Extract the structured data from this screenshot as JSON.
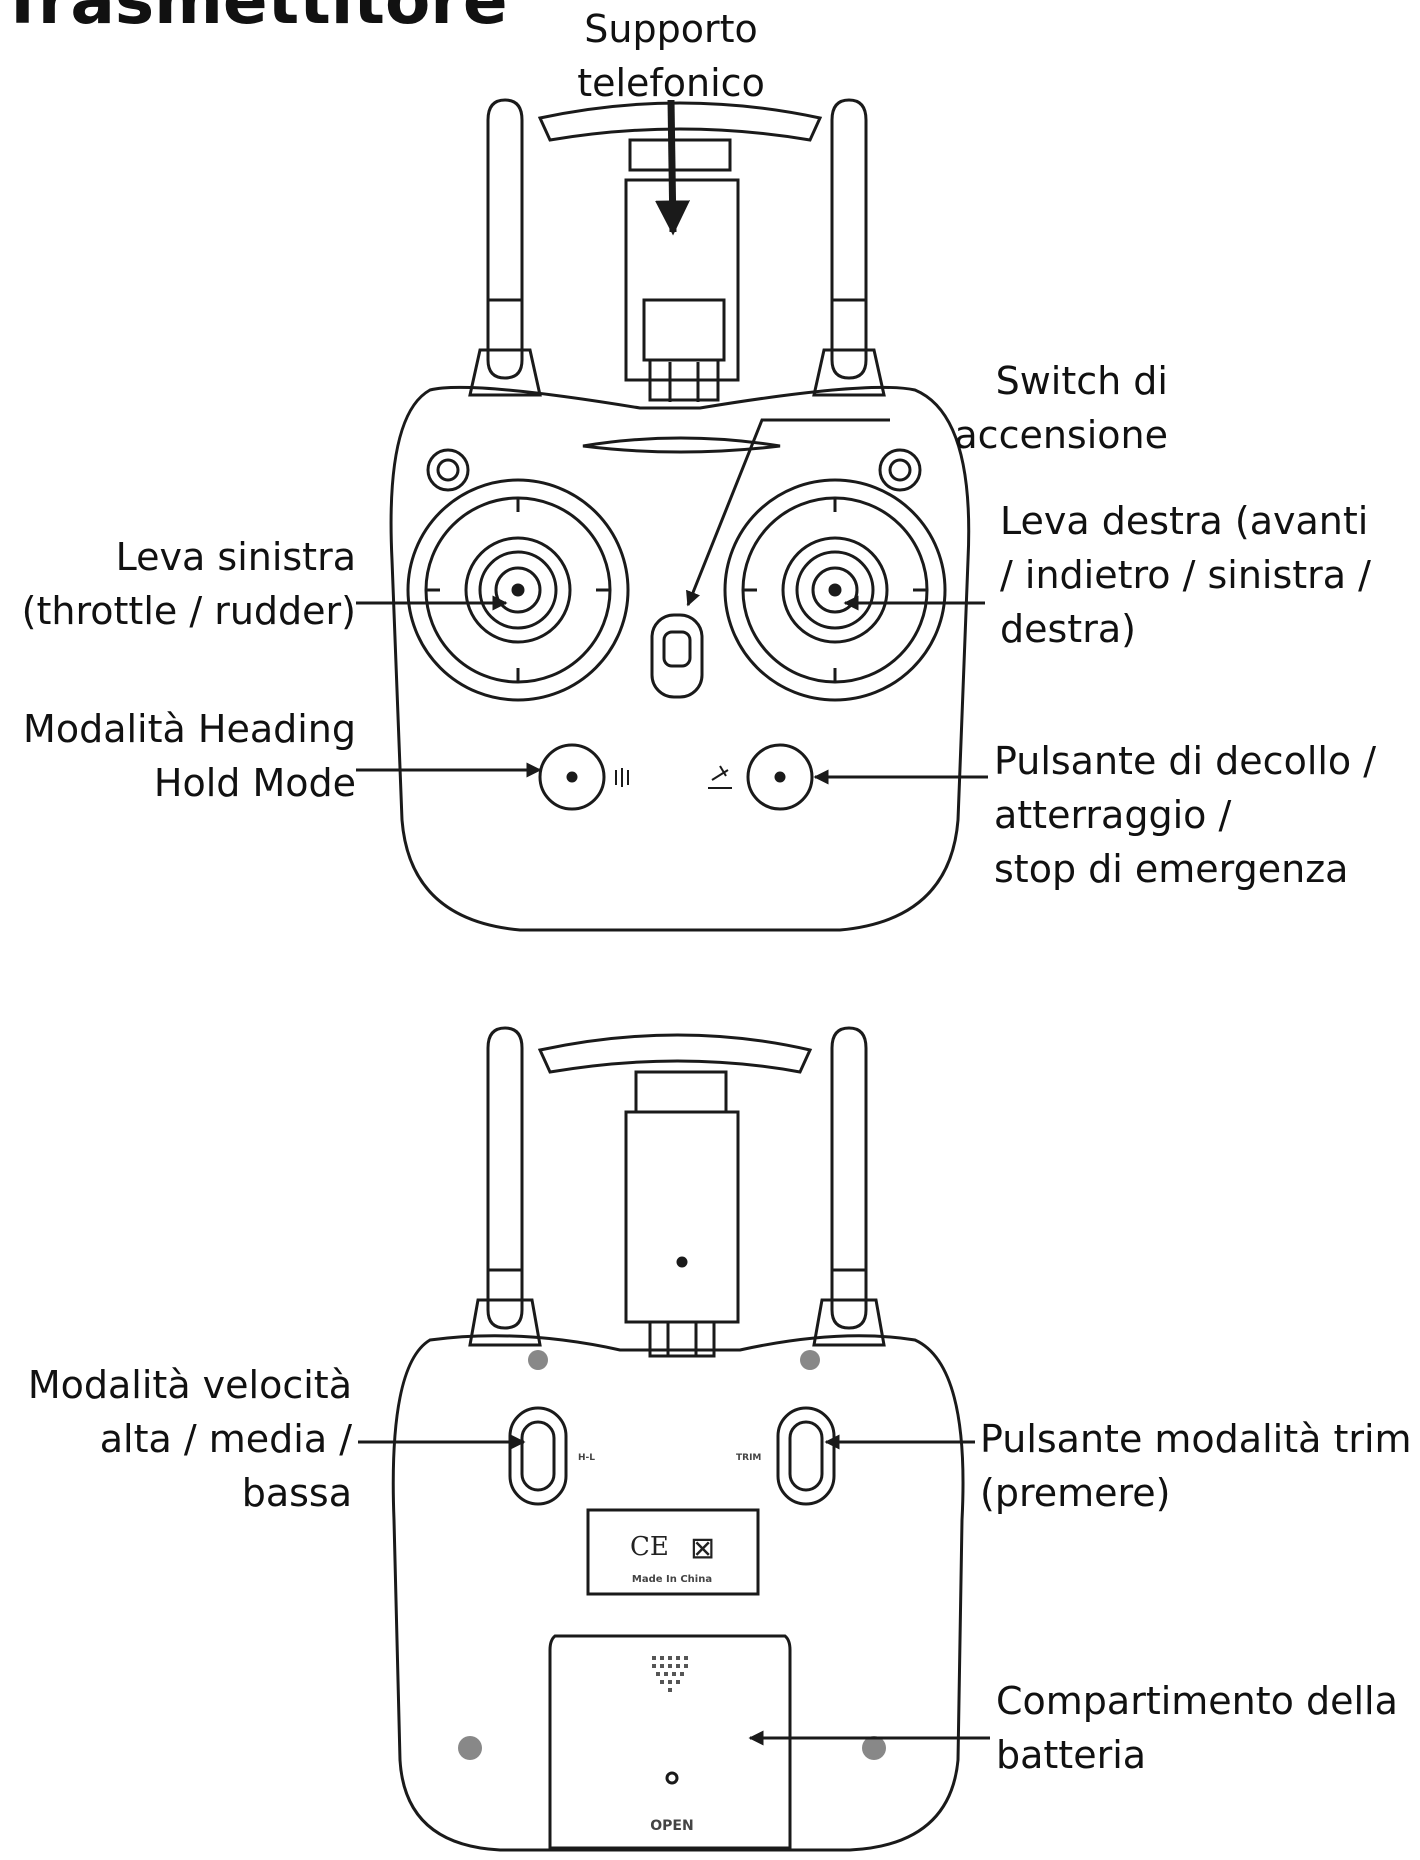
{
  "title": "Trasmettitore",
  "front": {
    "phone_holder": [
      "Supporto",
      "telefonico"
    ],
    "power_switch": [
      "Switch di",
      "accensione"
    ],
    "left_stick": [
      "Leva sinistra",
      "(throttle / rudder)"
    ],
    "right_stick": [
      "Leva destra (avanti",
      "/ indietro / sinistra /",
      "destra)"
    ],
    "heading_hold": [
      "Modalità Heading",
      "Hold Mode"
    ],
    "takeoff_button": [
      "Pulsante di decollo /",
      "atterraggio /",
      "stop di emergenza"
    ]
  },
  "back": {
    "speed_mode": [
      "Modalità velocità",
      "alta / media /",
      "bassa"
    ],
    "trim_button": [
      "Pulsante modalità trim",
      "(premere)"
    ],
    "battery": [
      "Compartimento della",
      "batteria"
    ],
    "label_ce": "CE",
    "label_made": "Made In China",
    "battery_open": "OPEN",
    "switch_left_mark": "H-L",
    "switch_right_mark": "TRIM"
  },
  "colors": {
    "line": "#1a1a1a",
    "dot": "#888888"
  }
}
